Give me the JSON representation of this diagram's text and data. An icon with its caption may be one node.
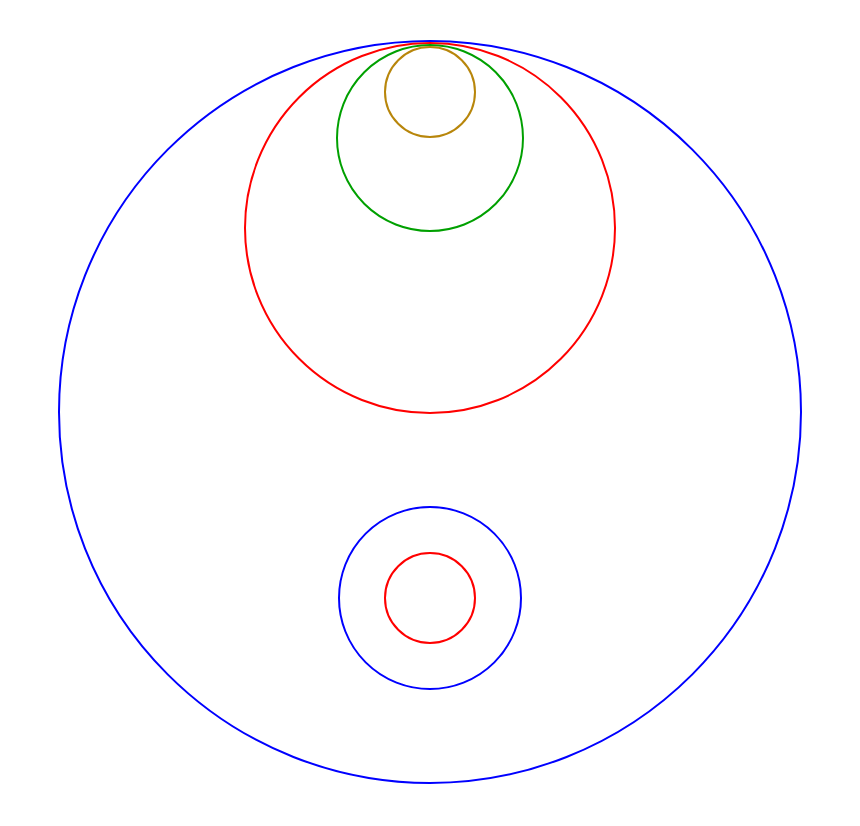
{
  "diagram": {
    "nodes": [
      {
        "text": [],
        "shape": "circle"
      },
      {
        "text": [],
        "shape": "circle",
        "in": 0
      },
      {
        "text": [],
        "shape": "circle",
        "in": 1
      },
      {
        "text": [],
        "shape": "circle",
        "in": 2
      },
      {
        "text": [],
        "shape": "circle",
        "in": 0
      },
      {
        "text": [],
        "shape": "circle",
        "in": 4
      }
    ]
  }
}
